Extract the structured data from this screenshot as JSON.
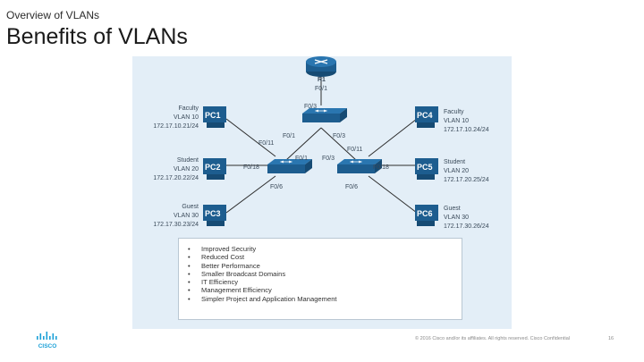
{
  "header": {
    "subtitle": "Overview of VLANs",
    "title": "Benefits of VLANs"
  },
  "diagram": {
    "router": {
      "name": "R1",
      "port": "F0/1"
    },
    "switches": {
      "top": {
        "ports": [
          "F0/3",
          "F0/1",
          "F0/3",
          "F0/11",
          "F0/11"
        ]
      },
      "left": {
        "ports": [
          "F0/1",
          "F0/18",
          "F0/6"
        ]
      },
      "right": {
        "ports": [
          "F0/3",
          "F0/18",
          "F0/6"
        ]
      }
    },
    "pcs": [
      {
        "id": "PC1",
        "line1": "Faculty",
        "line2": "VLAN 10",
        "line3": "172.17.10.21/24"
      },
      {
        "id": "PC2",
        "line1": "Student",
        "line2": "VLAN 20",
        "line3": "172.17.20.22/24"
      },
      {
        "id": "PC3",
        "line1": "Guest",
        "line2": "VLAN 30",
        "line3": "172.17.30.23/24"
      },
      {
        "id": "PC4",
        "line1": "Faculty",
        "line2": "VLAN 10",
        "line3": "172.17.10.24/24"
      },
      {
        "id": "PC5",
        "line1": "Student",
        "line2": "VLAN 20",
        "line3": "172.17.20.25/24"
      },
      {
        "id": "PC6",
        "line1": "Guest",
        "line2": "VLAN 30",
        "line3": "172.17.30.26/24"
      }
    ]
  },
  "benefits": [
    "Improved Security",
    "Reduced Cost",
    "Better Performance",
    "Smaller Broadcast Domains",
    "IT Efficiency",
    "Management Efficiency",
    "Simpler Project and Application Management"
  ],
  "footer": {
    "copyright": "© 2016  Cisco and/or its affiliates. All rights reserved.   Cisco Confidential",
    "page": "16",
    "logo_text": "CISCO"
  },
  "colors": {
    "device_blue": "#1d5d8f",
    "link": "#2d2d2d",
    "canvas": "#e3eef7"
  }
}
